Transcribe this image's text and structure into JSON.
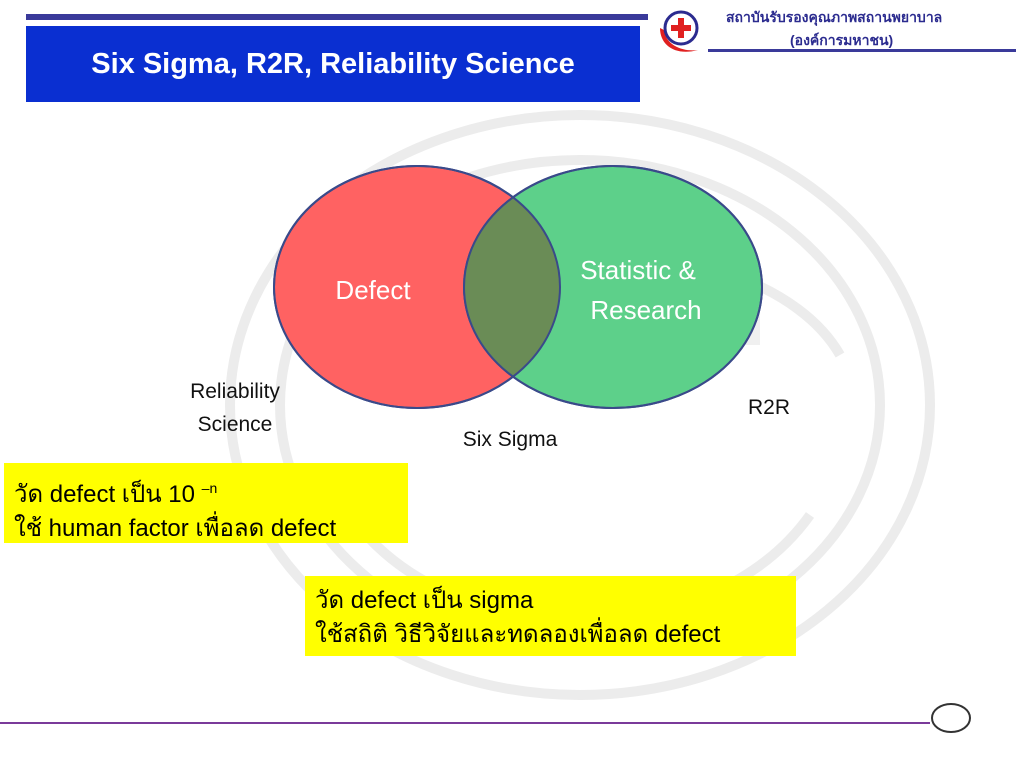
{
  "header": {
    "title": "Six Sigma, R2R, Reliability Science",
    "org_name_line1": "สถาบันรับรองคุณภาพสถานพยาบาล",
    "org_name_line2": "(องค์การมหาชน)"
  },
  "venn": {
    "left_circle": {
      "label": "Defect",
      "color": "#ff6262"
    },
    "right_circle": {
      "label_line1": "Statistic &",
      "label_line2": "Research",
      "color": "#5dd08a"
    },
    "overlap_color": "#6a8c56",
    "outer_labels": {
      "reliability_line1": "Reliability",
      "reliability_line2": "Science",
      "r2r": "R2R",
      "six_sigma": "Six Sigma"
    }
  },
  "notes": [
    {
      "line1_prefix": "วัด defect เป็น 10 ",
      "line1_sup": "–n",
      "line2": "ใช้ human factor เพื่อลด defect"
    },
    {
      "line1": "วัด defect เป็น sigma",
      "line2": "ใช้สถิติ วิธีวิจัยและทดลองเพื่อลด defect"
    }
  ],
  "colors": {
    "title_bg": "#0a2fd1",
    "rule": "#3a3a9a",
    "note_bg": "#ffff00",
    "bottom_rule": "#7a3a9a"
  },
  "icons": {
    "logo": "red-cross-logo-icon"
  }
}
